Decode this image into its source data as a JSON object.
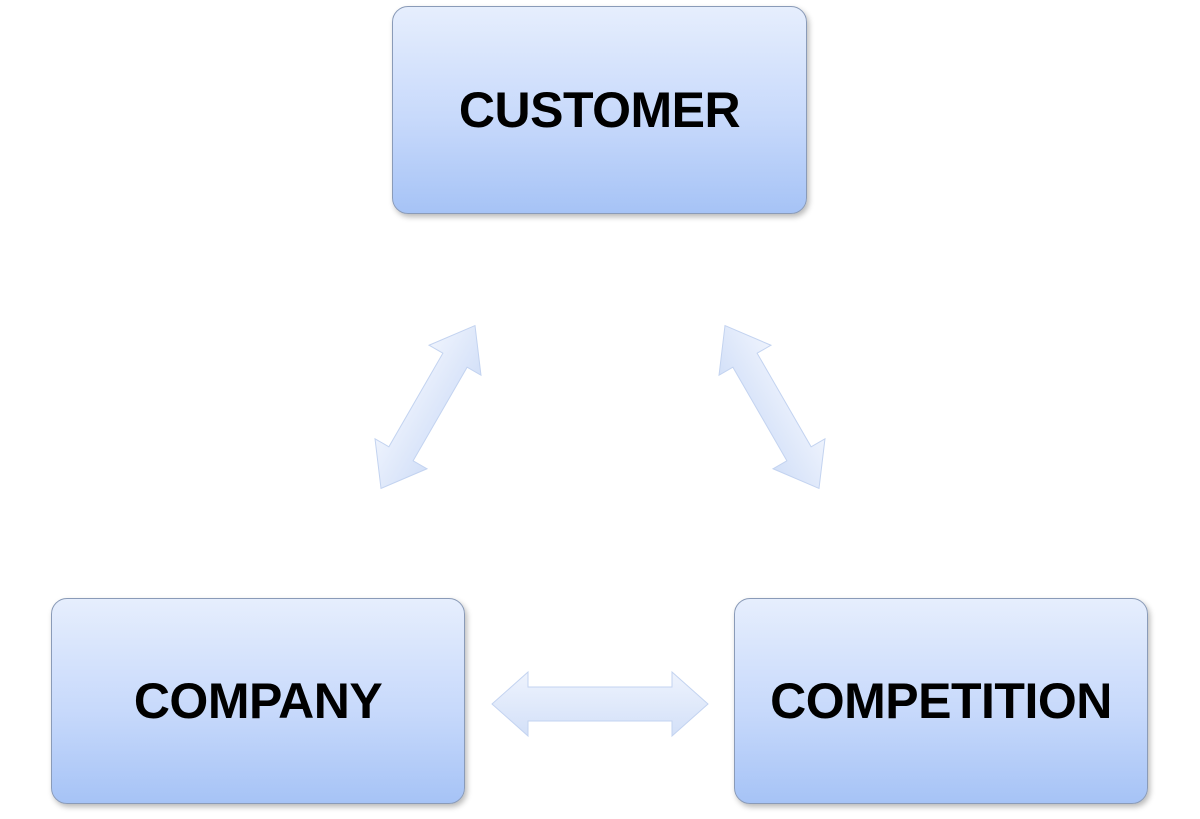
{
  "diagram": {
    "nodes": {
      "customer": {
        "label": "CUSTOMER"
      },
      "company": {
        "label": "COMPANY"
      },
      "competition": {
        "label": "COMPETITION"
      }
    },
    "edges": [
      {
        "from": "company",
        "to": "customer",
        "direction": "both"
      },
      {
        "from": "customer",
        "to": "competition",
        "direction": "both"
      },
      {
        "from": "company",
        "to": "competition",
        "direction": "both"
      }
    ],
    "colors": {
      "box_top": "#e6eefd",
      "box_bottom": "#a6c3f6",
      "box_border": "#8a9bb8",
      "arrow_fill": "#dce7fb",
      "arrow_stroke": "#c3d3f0",
      "text": "#000000"
    }
  }
}
